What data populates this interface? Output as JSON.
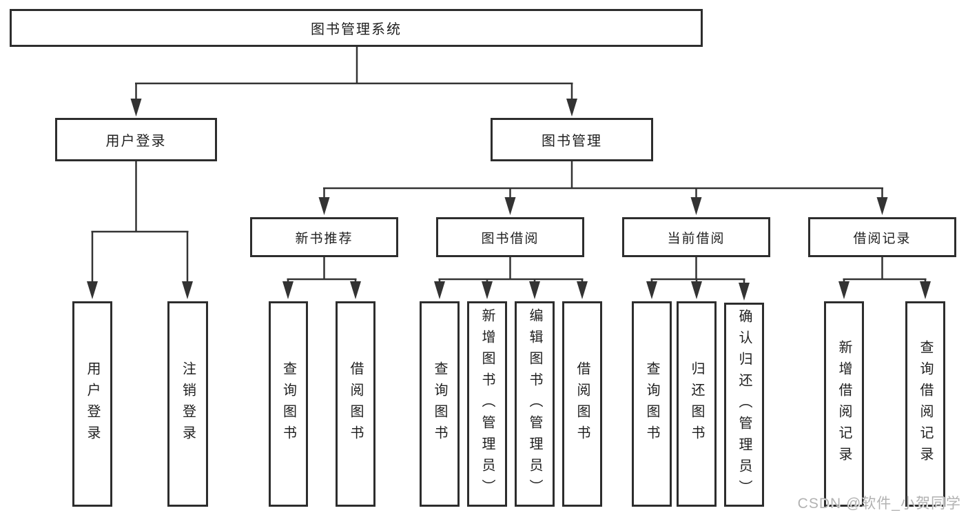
{
  "tree": {
    "root": {
      "label": "图书管理系统"
    },
    "branches": [
      {
        "label": "用户登录",
        "children": [
          {
            "label": "用户登录"
          },
          {
            "label": "注销登录"
          }
        ]
      },
      {
        "label": "图书管理",
        "children": [
          {
            "label": "新书推荐",
            "children": [
              {
                "label": "查询图书"
              },
              {
                "label": "借阅图书"
              }
            ]
          },
          {
            "label": "图书借阅",
            "children": [
              {
                "label": "查询图书"
              },
              {
                "label": "新增图书（管理员）"
              },
              {
                "label": "编辑图书（管理员）"
              },
              {
                "label": "借阅图书"
              }
            ]
          },
          {
            "label": "当前借阅",
            "children": [
              {
                "label": "查询图书"
              },
              {
                "label": "归还图书"
              },
              {
                "label": "确认归还（管理员）"
              }
            ]
          },
          {
            "label": "借阅记录",
            "children": [
              {
                "label": "新增借阅记录"
              },
              {
                "label": "查询借阅记录"
              }
            ]
          }
        ]
      }
    ]
  },
  "watermark": {
    "text": "CSDN @软件_小贺同学"
  },
  "colors": {
    "line": "#333333",
    "border": "#2d2d2d",
    "text": "#1f1f1f",
    "background": "#ffffff",
    "watermark": "#b2b2b2"
  }
}
